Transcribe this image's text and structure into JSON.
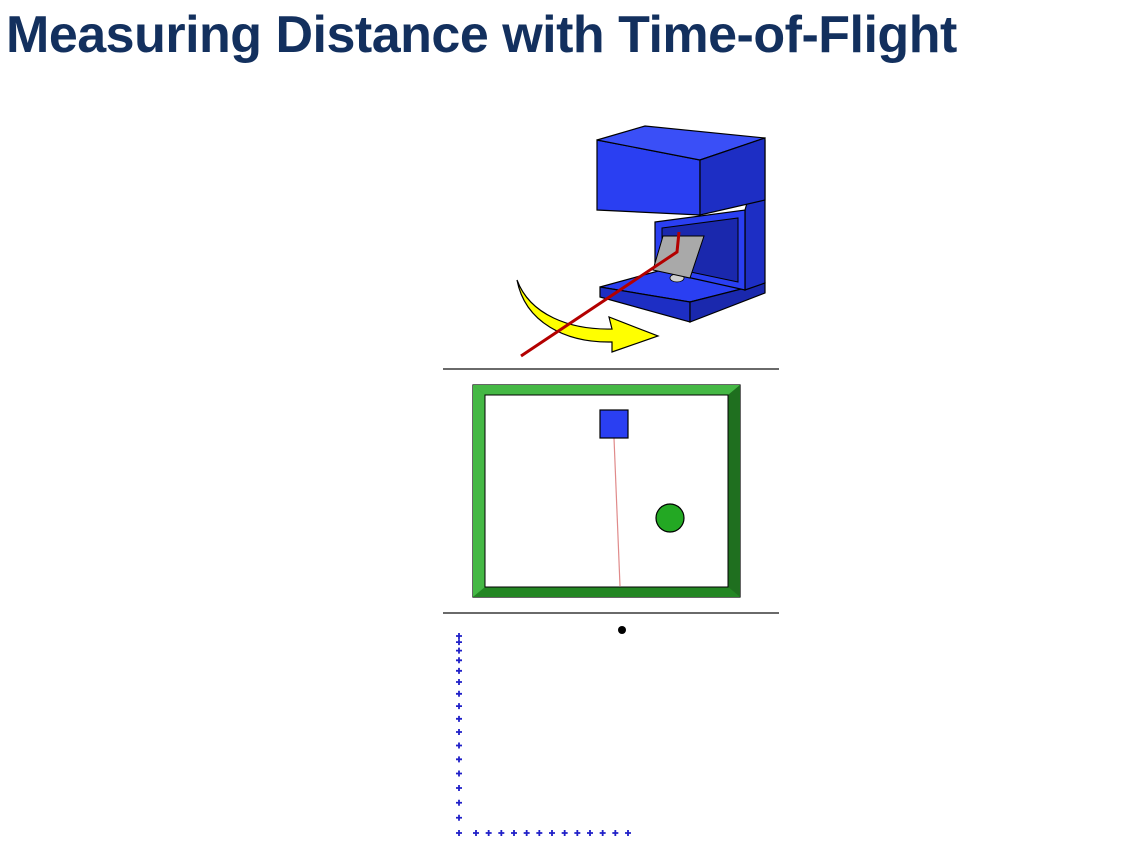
{
  "slide": {
    "title": "Measuring Distance with Time-of-Flight"
  },
  "colors": {
    "title": "#13305e",
    "scanner_body": "#2a3ff2",
    "mirror": "#a9a9a9",
    "laser_beam": "#b30000",
    "rotation_arrow": "#ffff00",
    "room_wall": "#2d9a2d",
    "robot": "#2a3ff2",
    "obstacle": "#23a823",
    "scan_points": "#2020c8",
    "ray": "#e08a8a"
  },
  "icons": {
    "scanner": "laser-scanner-icon",
    "rotation": "curved-arrow-icon",
    "robot": "robot-square-icon",
    "obstacle": "circle-obstacle-icon",
    "scan_point": "plus-marker-icon"
  },
  "scan": {
    "left_wall_points": 17,
    "bottom_wall_points": 13
  }
}
